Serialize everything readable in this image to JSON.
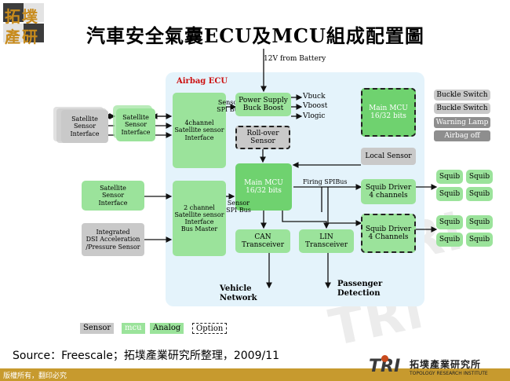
{
  "title": "汽車安全氣囊ECU及MCU組成配置圖",
  "logo": {
    "line1": "拓墣",
    "line2": "產研",
    "name": "logo-icon"
  },
  "battery_label": "12V from Battery",
  "ecu_label": "Airbag ECU",
  "blocks": {
    "satellite_stack": "Satellite\nSensor\nInterface",
    "satellite_stack_2": "Satellite\nSensor\nInterface",
    "channel4": "4channel\nSatellite sensor\nInterface",
    "sensor_spi_top": "Sensor\nSPI Bus",
    "power_supply": "Power Supply\nBuck Boost",
    "vbuck": "Vbuck",
    "vboost": "Vboost",
    "vlogic": "Vlogic",
    "main_mcu_right": "Main MCU\n16/32 bits",
    "rollover": "Roll-over\nSensor",
    "local_sensor": "Local Sensor",
    "main_mcu_center": "Main MCU\n16/32 bits",
    "firing_spi": "Firing SPIBus",
    "squib_driver_1": "Squib Driver\n4 channels",
    "squib_driver_2": "Squib Driver\n4 Channels",
    "satellite_single": "Satellite\nSensor\nInterface",
    "channel2": "2 channel\nSatellite sensor\nInterface\nBus Master",
    "sensor_spi_bottom": "Sensor\nSPI Bus",
    "dsi": "Integrated\nDSI Acceleration\n/Pressure Sensor",
    "can": "CAN\nTransceiver",
    "lin": "LIN\nTransceiver",
    "vehicle_network": "Vehicle\nNetwork",
    "passenger_detection": "Passenger\nDetection"
  },
  "status_panel": [
    "Buckle Switch",
    "Buckle Switch",
    "Warning Lamp",
    "Airbag off"
  ],
  "squib_label": "Squib",
  "legend": {
    "sensor": "Sensor",
    "mcu": "mcu",
    "analog": "Analog",
    "option": "Option"
  },
  "source": "Source：Freescale；拓墣產業研究所整理，2009/11",
  "footer_text": "版權所有，翻印必究",
  "tri": {
    "mark": "TRI",
    "cn": "拓墣產業研究所",
    "en": "TOPOLOGY RESEARCH INSTITUTE"
  },
  "watermark": "TRi"
}
